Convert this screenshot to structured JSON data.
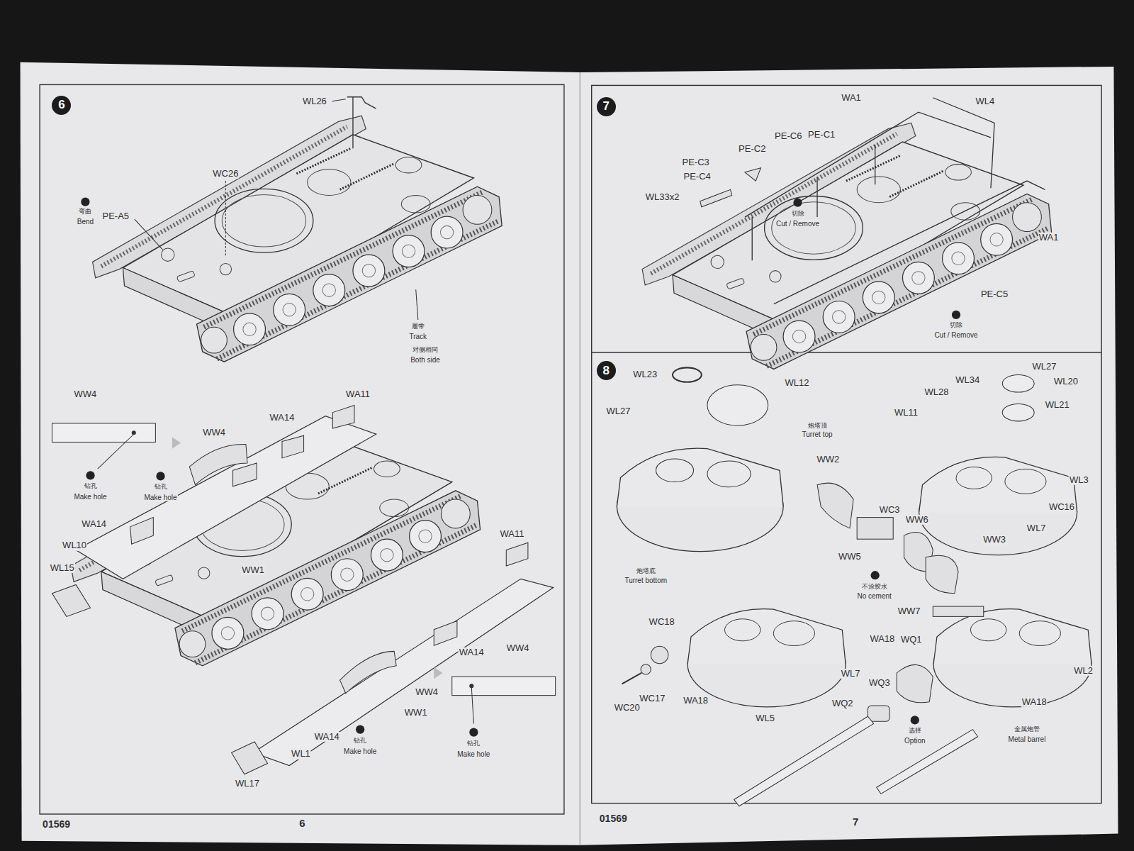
{
  "diagram": {
    "nodes": [
      {
        "text": [
          "6"
        ]
      },
      {
        "text": [
          "7"
        ]
      },
      {
        "text": [
          "8"
        ]
      }
    ],
    "labels": [
      "WL26",
      "WC26",
      "弯曲",
      "Bend",
      "PE-A5",
      "履带",
      "Track",
      "对侧相同",
      "Both side",
      "WW4",
      "WA11",
      "WA14",
      "WW4",
      "钻孔",
      "Make hole",
      "钻孔",
      "Make hole",
      "WA14",
      "WL10",
      "WL15",
      "WW1",
      "WA11",
      "WA14",
      "WW4",
      "WW4",
      "WW1",
      "WA14",
      "钻孔",
      "Make hole",
      "钻孔",
      "Make hole",
      "WL1",
      "WL17",
      "01569",
      "6",
      "WA1",
      "WL4",
      "PE-C6",
      "PE-C1",
      "PE-C2",
      "PE-C3",
      "PE-C4",
      "WL33x2",
      "切除",
      "Cut / Remove",
      "WA1",
      "PE-C5",
      "切除",
      "Cut / Remove",
      "WL23",
      "WL12",
      "WL27",
      "炮塔顶",
      "Turret top",
      "WL27",
      "WL34",
      "WL20",
      "WL28",
      "WL21",
      "WL11",
      "WW2",
      "WL3",
      "WC3",
      "WC16",
      "WW6",
      "WL7",
      "WW3",
      "WW5",
      "炮塔底",
      "Turret bottom",
      "不涂胶水",
      "No cement",
      "WW7",
      "WC18",
      "WA18",
      "WQ1",
      "WL2",
      "WL7",
      "WQ3",
      "WA18",
      "WC17",
      "WA18",
      "WC20",
      "WQ2",
      "WL5",
      "选择",
      "Option",
      "金属炮管",
      "Metal barrel",
      "01569",
      "7"
    ]
  }
}
